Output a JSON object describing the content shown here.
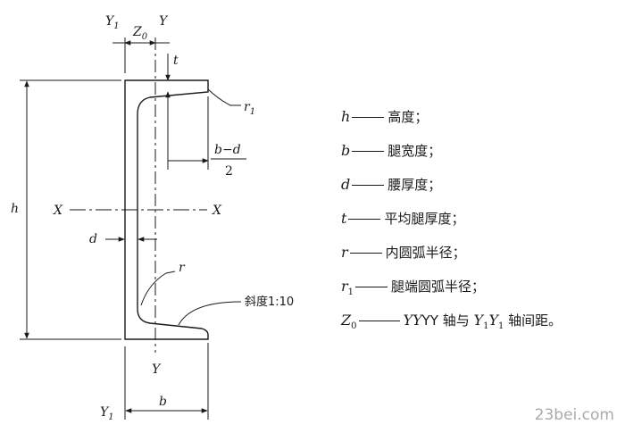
{
  "labels": {
    "y1_top": "Y",
    "y1_top_sub": "1",
    "z0": "Z",
    "z0_sub": "0",
    "y_top": "Y",
    "t": "t",
    "r1": "r",
    "r1_sub": "1",
    "bd_num": "b−d",
    "bd_den": "2",
    "h": "h",
    "x_left": "X",
    "x_right": "X",
    "d": "d",
    "r": "r",
    "slope": "斜度1:10",
    "y_bottom": "Y",
    "y1_bottom": "Y",
    "y1_bottom_sub": "1",
    "b": "b"
  },
  "legend": [
    {
      "sym": "h",
      "sub": "",
      "text": "高度；"
    },
    {
      "sym": "b",
      "sub": "",
      "text": "腿宽度；"
    },
    {
      "sym": "d",
      "sub": "",
      "text": "腰厚度；"
    },
    {
      "sym": "t",
      "sub": "",
      "text": "平均腿厚度；"
    },
    {
      "sym": "r",
      "sub": "",
      "text": "内圆弧半径；"
    },
    {
      "sym": "r",
      "sub": "1",
      "text": "腿端圆弧半径；"
    }
  ],
  "legend_z0": {
    "sym": "Z",
    "sub": "0",
    "text1": "YY 轴与 ",
    "y1": "Y",
    "y1sub": "1",
    "y1b": "Y",
    "y1bsub": "1",
    "text2": " 轴间距。"
  },
  "watermark": "23bei.com"
}
